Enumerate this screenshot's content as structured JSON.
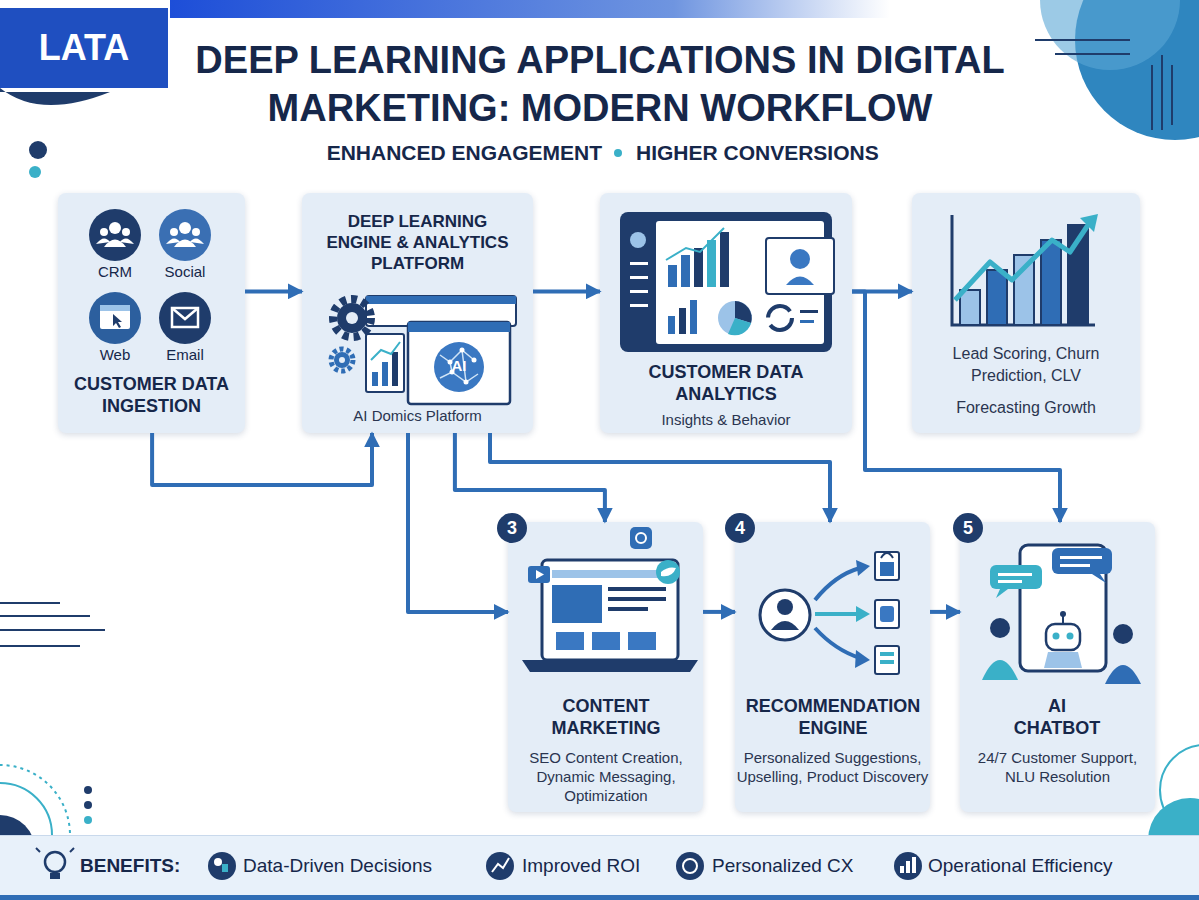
{
  "diagram": {
    "title": "DEEP LEARNING APPLICATIONS IN DIGITAL MARKETING: MODERN WORKFLOW",
    "nodes": [
      {
        "text": [
          "LATA"
        ]
      },
      {
        "text": [
          "CUSTOMER DATA INGESTION"
        ]
      },
      {
        "text": [
          "DEEP LEARNING ENGINE & ANALYTICS PLATFORM",
          "AI Domics Platform"
        ]
      },
      {
        "text": [
          "CUSTOMER DATA ANALYTICS",
          "Insights & Behavior"
        ]
      },
      {
        "text": [
          "Lead Scoring, Churn Prediction, CLV",
          "Forecasting Growth"
        ]
      },
      {
        "text": [
          "CONTENT MARKETING",
          "SEO Content Creation, Dynamic Messaging, Optimization"
        ]
      },
      {
        "text": [
          "RECOMMENDATION ENGINE",
          "Personalized Suggestions, Upselling, Product Discovery"
        ]
      },
      {
        "text": [
          "AI CHATBOT",
          "24/7 Customer Support, NLU Resolution"
        ]
      },
      {
        "text": [
          "BENEFITS:",
          "Data-Driven Decisions",
          "Improved ROI",
          "Personalized CX",
          "Operational Efficiency"
        ]
      }
    ],
    "edges": [
      {
        "from": 1,
        "to": 2,
        "arrow": "to"
      },
      {
        "from": 1,
        "to": 2,
        "arrow": "to"
      },
      {
        "from": 2,
        "to": 3,
        "arrow": "to"
      },
      {
        "from": 3,
        "to": 4,
        "arrow": "to"
      },
      {
        "from": 2,
        "to": 5,
        "arrow": "to"
      },
      {
        "from": 2,
        "to": 5,
        "arrow": "to"
      },
      {
        "from": 2,
        "to": 6,
        "arrow": "to"
      },
      {
        "from": 3,
        "to": 7,
        "arrow": "to"
      },
      {
        "from": 5,
        "to": 6,
        "arrow": "to"
      },
      {
        "from": 6,
        "to": 7,
        "arrow": "to"
      }
    ],
    "labels": [
      "ENHANCED ENGAGEMENT",
      "HIGHER CONVERSIONS",
      "CRM",
      "Social",
      "Web",
      "Email",
      "AI",
      "3",
      "4",
      "5"
    ]
  }
}
